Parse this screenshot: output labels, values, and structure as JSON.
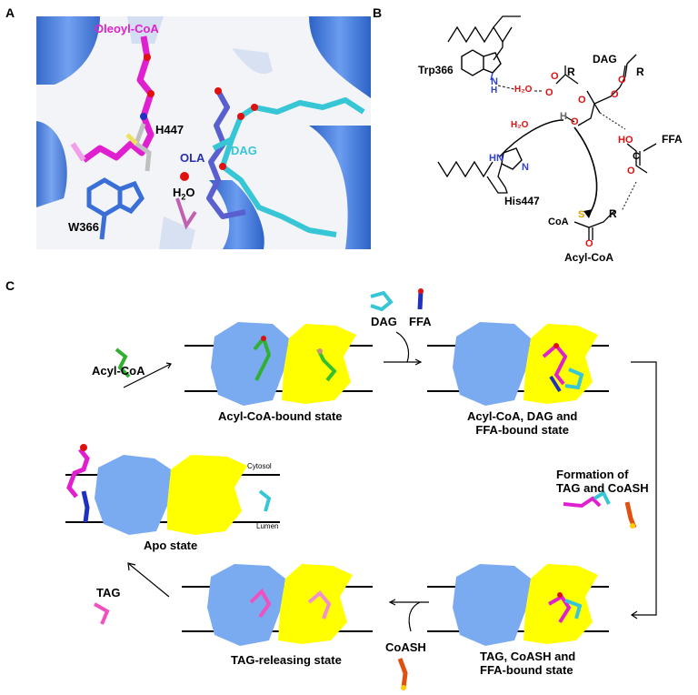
{
  "panels": {
    "a": "A",
    "b": "B",
    "c": "C"
  },
  "panel_a": {
    "oleoyl": "Oleoyl-CoA",
    "h447": "H447",
    "ola": "OLA",
    "dag": "DAG",
    "water": "H",
    "water_sub": "2",
    "water_o": "O",
    "w366": "W366"
  },
  "panel_b": {
    "trp366": "Trp366",
    "dag": "DAG",
    "r1": "R",
    "r2": "R",
    "r3": "R",
    "h2o_1": "H₂O",
    "h2o_2": "H₂O",
    "o1": "O",
    "o2": "O",
    "o3": "O",
    "o4": "O",
    "o5": "O",
    "o6": "O",
    "o7": "O",
    "o8": "O",
    "h": "H",
    "nh": "N",
    "nh_h": "H",
    "hn": "HN",
    "n": "N",
    "ho": "HO",
    "c": "C",
    "ffa": "FFA",
    "his447": "His447",
    "coa": "CoA",
    "s": "S",
    "acylcoa": "Acyl-CoA"
  },
  "panel_c": {
    "acylcoa_in": "Acyl-CoA",
    "state1": "Acyl-CoA-bound state",
    "dag": "DAG",
    "ffa": "FFA",
    "state2_line1": "Acyl-CoA, DAG and",
    "state2_line2": "FFA-bound state",
    "cytosol": "Cytosol",
    "lumen": "Lumen",
    "apo": "Apo state",
    "formation_line1": "Formation of",
    "formation_line2": "TAG and CoASH",
    "tag": "TAG",
    "state4": "TAG-releasing state",
    "coash": "CoASH",
    "state3_line1": "TAG, CoASH and",
    "state3_line2": "FFA-bound state"
  },
  "colors": {
    "protomer_a": "#7aaaf0",
    "protomer_b": "#ffff00",
    "helix": "#4f86e0",
    "oleoyl": "#e020d0",
    "dag": "#36c6d6",
    "ola": "#2a2fb0",
    "red": "#e01010"
  }
}
